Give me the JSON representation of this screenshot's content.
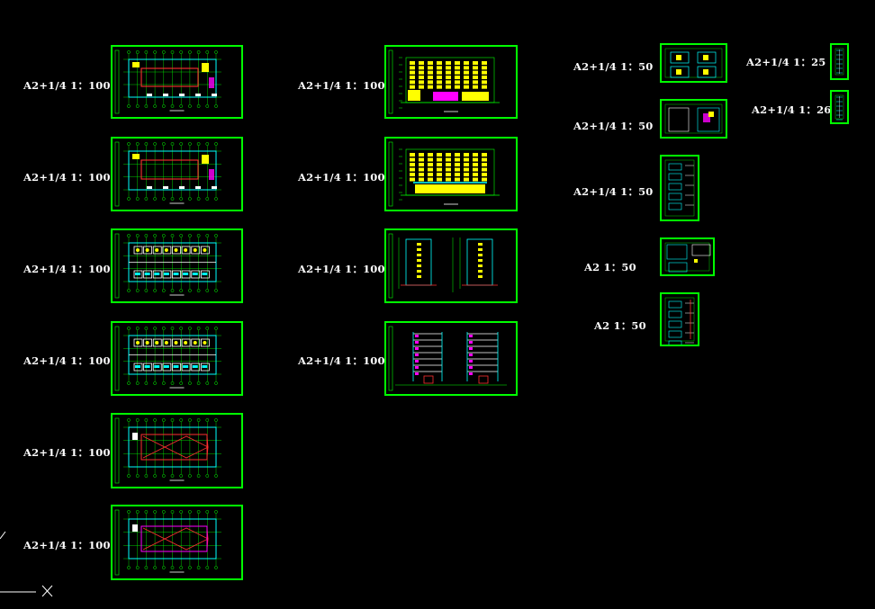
{
  "canvas": {
    "background": "#000000",
    "frame_color": "#00ff00"
  },
  "sheets": [
    {
      "id": "c1r1",
      "label": "A2+1/4  1：100",
      "kind": "plan"
    },
    {
      "id": "c1r2",
      "label": "A2+1/4  1：100",
      "kind": "plan"
    },
    {
      "id": "c1r3",
      "label": "A2+1/4  1：100",
      "kind": "plan-rooms"
    },
    {
      "id": "c1r4",
      "label": "A2+1/4  1：100",
      "kind": "plan-rooms"
    },
    {
      "id": "c1r5",
      "label": "A2+1/4  1：100",
      "kind": "roof"
    },
    {
      "id": "c1r6",
      "label": "A2+1/4  1：100",
      "kind": "roof"
    },
    {
      "id": "c2r1",
      "label": "A2+1/4  1：100",
      "kind": "elevation"
    },
    {
      "id": "c2r2",
      "label": "A2+1/4  1：100",
      "kind": "elevation"
    },
    {
      "id": "c2r3",
      "label": "A2+1/4  1：100",
      "kind": "side-elevation"
    },
    {
      "id": "c2r4",
      "label": "A2+1/4  1：100",
      "kind": "section"
    },
    {
      "id": "c3r1",
      "label": "A2+1/4  1：50",
      "kind": "detail"
    },
    {
      "id": "c3r2",
      "label": "A2+1/4  1：50",
      "kind": "detail"
    },
    {
      "id": "c3r3",
      "label": "A2+1/4  1：50",
      "kind": "detail-tall"
    },
    {
      "id": "c3r4",
      "label": "A2  1：50",
      "kind": "detail"
    },
    {
      "id": "c3r5",
      "label": "A2  1：50",
      "kind": "detail-tall"
    },
    {
      "id": "c4r1",
      "label": "A2+1/4  1：25",
      "kind": "detail-tall"
    },
    {
      "id": "c4r2",
      "label": "A2+1/4  1：26",
      "kind": "detail-tall"
    }
  ]
}
